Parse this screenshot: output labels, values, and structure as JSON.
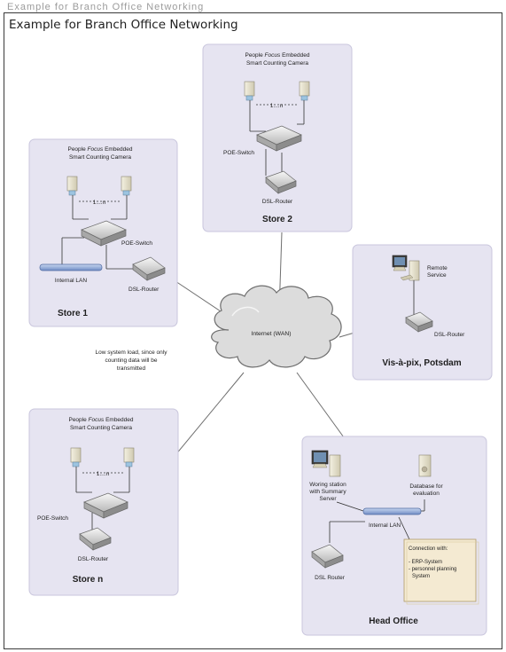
{
  "page": {
    "title": "Example for Branch Office Networking",
    "ghost_text": "Example for Branch Office Networking"
  },
  "colors": {
    "panel_fill": "#e6e4f1",
    "panel_stroke": "#c9c6dd",
    "cloud_fill": "#dcdcdc",
    "line": "#6e6e6e",
    "lan_bar": "#8fa8d8",
    "note_fill": "#f4ead2",
    "note_stroke": "#b09a66"
  },
  "store1": {
    "camera_caption_1": "People",
    "camera_caption_focus": "Focus",
    "camera_caption_2": "Embedded",
    "camera_caption_3": "Smart Counting Camera",
    "count": "1....n",
    "switch": "POE-Switch",
    "lan": "Internal LAN",
    "router": "DSL-Router",
    "name": "Store 1"
  },
  "store2": {
    "camera_caption_1": "People",
    "camera_caption_focus": "Focus",
    "camera_caption_2": "Embedded",
    "camera_caption_3": "Smart Counting Camera",
    "count": "1....n",
    "switch": "POE-Switch",
    "router": "DSL-Router",
    "name": "Store 2"
  },
  "storen": {
    "camera_caption_1": "People",
    "camera_caption_focus": "Focus",
    "camera_caption_2": "Embedded",
    "camera_caption_3": "Smart Counting Camera",
    "count": "1....n",
    "switch": "POE-Switch",
    "router": "DSL-Router",
    "name": "Store n"
  },
  "vis": {
    "remote_1": "Remote",
    "remote_2": "Service",
    "router": "DSL-Router",
    "name": "Vis-à-pix, Potsdam"
  },
  "internet": {
    "label": "Internet (WAN)"
  },
  "note": {
    "line1": "Low system load, since only",
    "line2": "counting data will be",
    "line3": "transmitted"
  },
  "head": {
    "ws_1": "Woring station",
    "ws_2": "with Summary",
    "ws_3": "Server",
    "db_1": "Database for",
    "db_2": "evaluation",
    "lan": "Internal LAN",
    "router": "DSL Router",
    "conn_1": "Connection with:",
    "conn_2": "- ERP-System",
    "conn_3": "- personnel planning",
    "conn_4": "System",
    "name": "Head Office"
  }
}
